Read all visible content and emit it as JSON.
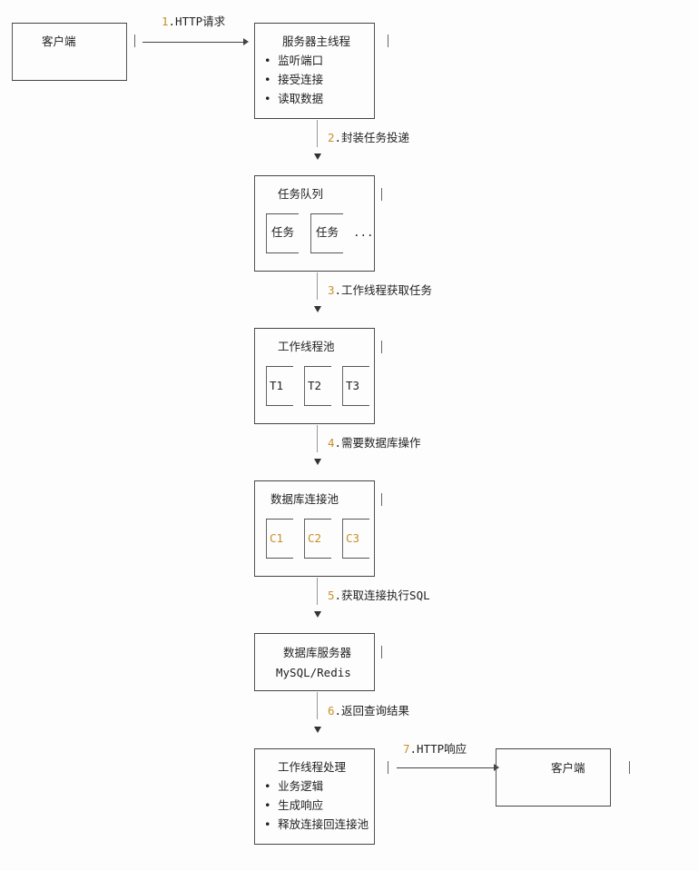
{
  "client_top": "客户端",
  "main_thread": {
    "title": "服务器主线程",
    "items": [
      "监听端口",
      "接受连接",
      "读取数据"
    ]
  },
  "edges": {
    "e1": {
      "num": "1",
      "label": ".HTTP请求"
    },
    "e2": {
      "num": "2",
      "label": ".封装任务投递"
    },
    "e3": {
      "num": "3",
      "label": ".工作线程获取任务"
    },
    "e4": {
      "num": "4",
      "label": ".需要数据库操作"
    },
    "e5": {
      "num": "5",
      "label": ".获取连接执行SQL"
    },
    "e6": {
      "num": "6",
      "label": ".返回查询结果"
    },
    "e7": {
      "num": "7",
      "label": ".HTTP响应"
    }
  },
  "task_queue": {
    "title": "任务队列",
    "items": [
      "任务",
      "任务"
    ],
    "more": "..."
  },
  "worker_pool": {
    "title": "工作线程池",
    "items": [
      "T1",
      "T2",
      "T3"
    ]
  },
  "db_pool": {
    "title": "数据库连接池",
    "items": [
      "C1",
      "C2",
      "C3"
    ]
  },
  "db_server": {
    "title": "数据库服务器",
    "subtitle": "MySQL/Redis"
  },
  "worker_process": {
    "title": "工作线程处理",
    "items": [
      "业务逻辑",
      "生成响应",
      "释放连接回连接池"
    ]
  },
  "client_bottom": "客户端",
  "colors": {
    "accent": "#c79028",
    "line": "#444444"
  }
}
